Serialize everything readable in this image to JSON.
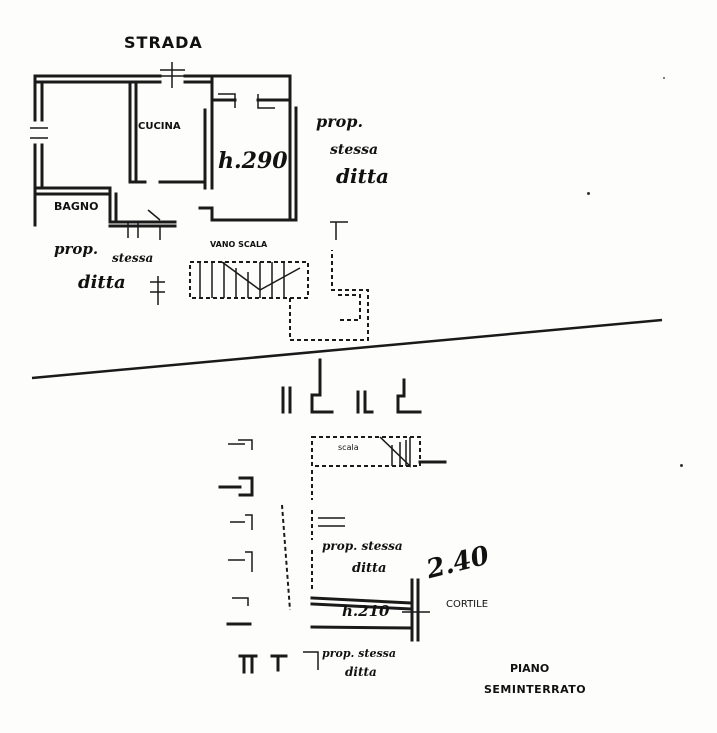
{
  "upper_plan": {
    "street_label": "STRADA",
    "kitchen_label": "CUCINA",
    "room_height": "h.290",
    "bath_label": "BAGNO",
    "stair_label": "VANO SCALA",
    "neighbor_right": [
      "prop.",
      "stessa",
      "ditta"
    ],
    "neighbor_left": [
      "prop.",
      "stessa",
      "ditta"
    ]
  },
  "lower_plan": {
    "stair_label": "scala",
    "neighbor_mid": [
      "prop. stessa",
      "ditta"
    ],
    "height_value": "h.210",
    "height_note": "2.40",
    "courtyard_label": "CORTILE",
    "neighbor_bottom": [
      "prop. stessa",
      "ditta"
    ],
    "floor_title": [
      "PIANO",
      "SEMINTERRATO"
    ]
  },
  "colors": {
    "ink": "#1a1a1a",
    "paper": "#fdfdfb"
  }
}
